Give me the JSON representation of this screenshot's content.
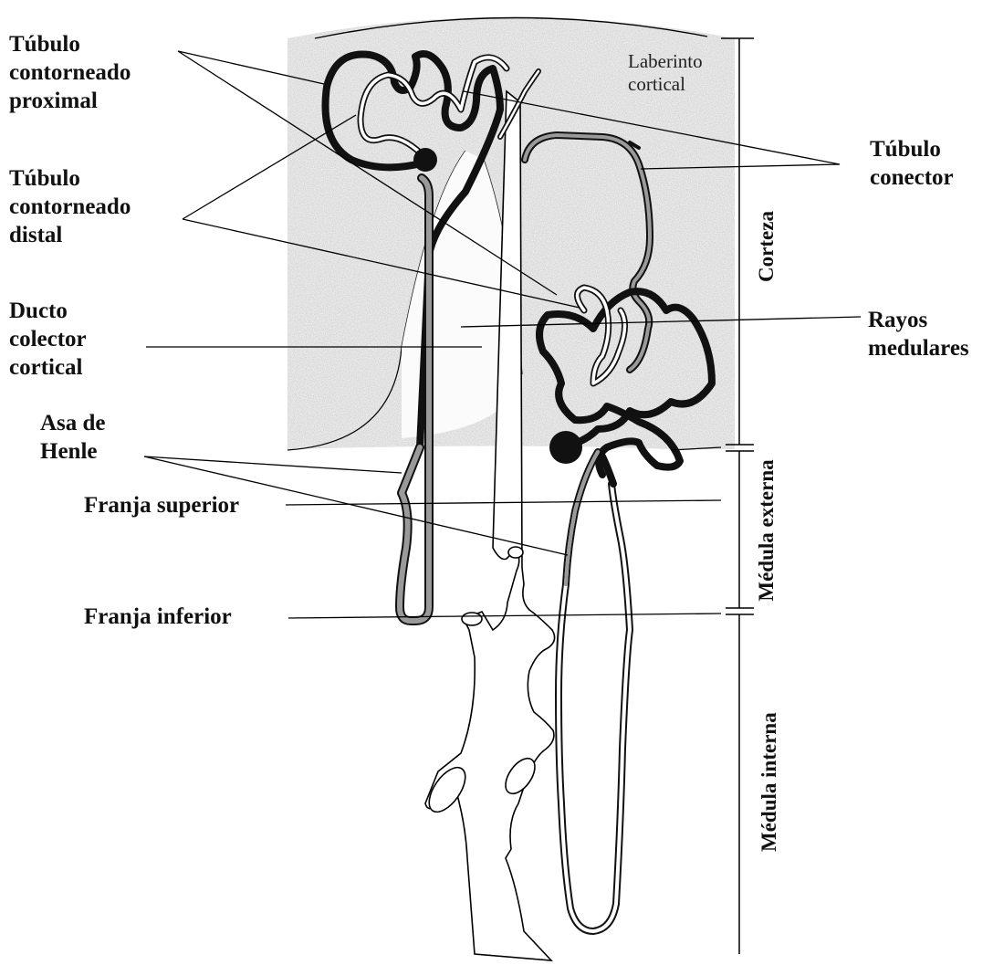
{
  "labels": {
    "pct": "Túbulo\ncontorneado\nproximal",
    "dct": "Túbulo\ncontorneado\ndistal",
    "ducto": "Ducto\ncolector\ncortical",
    "asa": "Asa de\nHenle",
    "franja_sup": "Franja superior",
    "franja_inf": "Franja inferior",
    "laberinto": "Laberinto\ncortical",
    "conector": "Túbulo\nconector",
    "rayos": "Rayos\nmedulares"
  },
  "zones": {
    "corteza": "Corteza",
    "medula_externa": "Médula externa",
    "medula_interna": "Médula interna"
  },
  "colors": {
    "cortex_fill": "#dcdcdc",
    "tubule_dark": "#111111",
    "tubule_gray": "#9a9a9a",
    "line": "#000000"
  }
}
